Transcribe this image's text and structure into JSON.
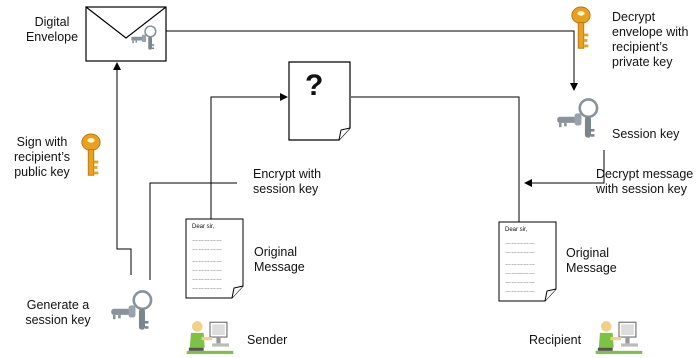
{
  "labels": {
    "digital_envelope": "Digital\nEnvelope",
    "decrypt_envelope": "Decrypt\nenvelope with\nrecipient’s\nprivate key",
    "sign_with_key": "Sign with\nrecipient’s\npublic key",
    "session_key": "Session key",
    "decrypt_message": "Decrypt message\nwith session key",
    "encrypt_with": "Encrypt with\nsession key",
    "original_message_sender": "Original\nMessage",
    "original_message_recipient": "Original\nMessage",
    "generate_session_key": "Generate a\nsession key",
    "sender": "Sender",
    "recipient": "Recipient",
    "question_mark": "?"
  },
  "letter": {
    "salutation": "Dear sir,",
    "dots": "……………"
  },
  "colors": {
    "key_gold": "#E8A020",
    "key_steel": "#8A939B",
    "person_green": "#7DC242",
    "line": "#000000"
  },
  "icons": [
    "envelope-icon",
    "gold-key-icon",
    "steel-key-icon",
    "document-icon",
    "person-at-computer-icon"
  ]
}
